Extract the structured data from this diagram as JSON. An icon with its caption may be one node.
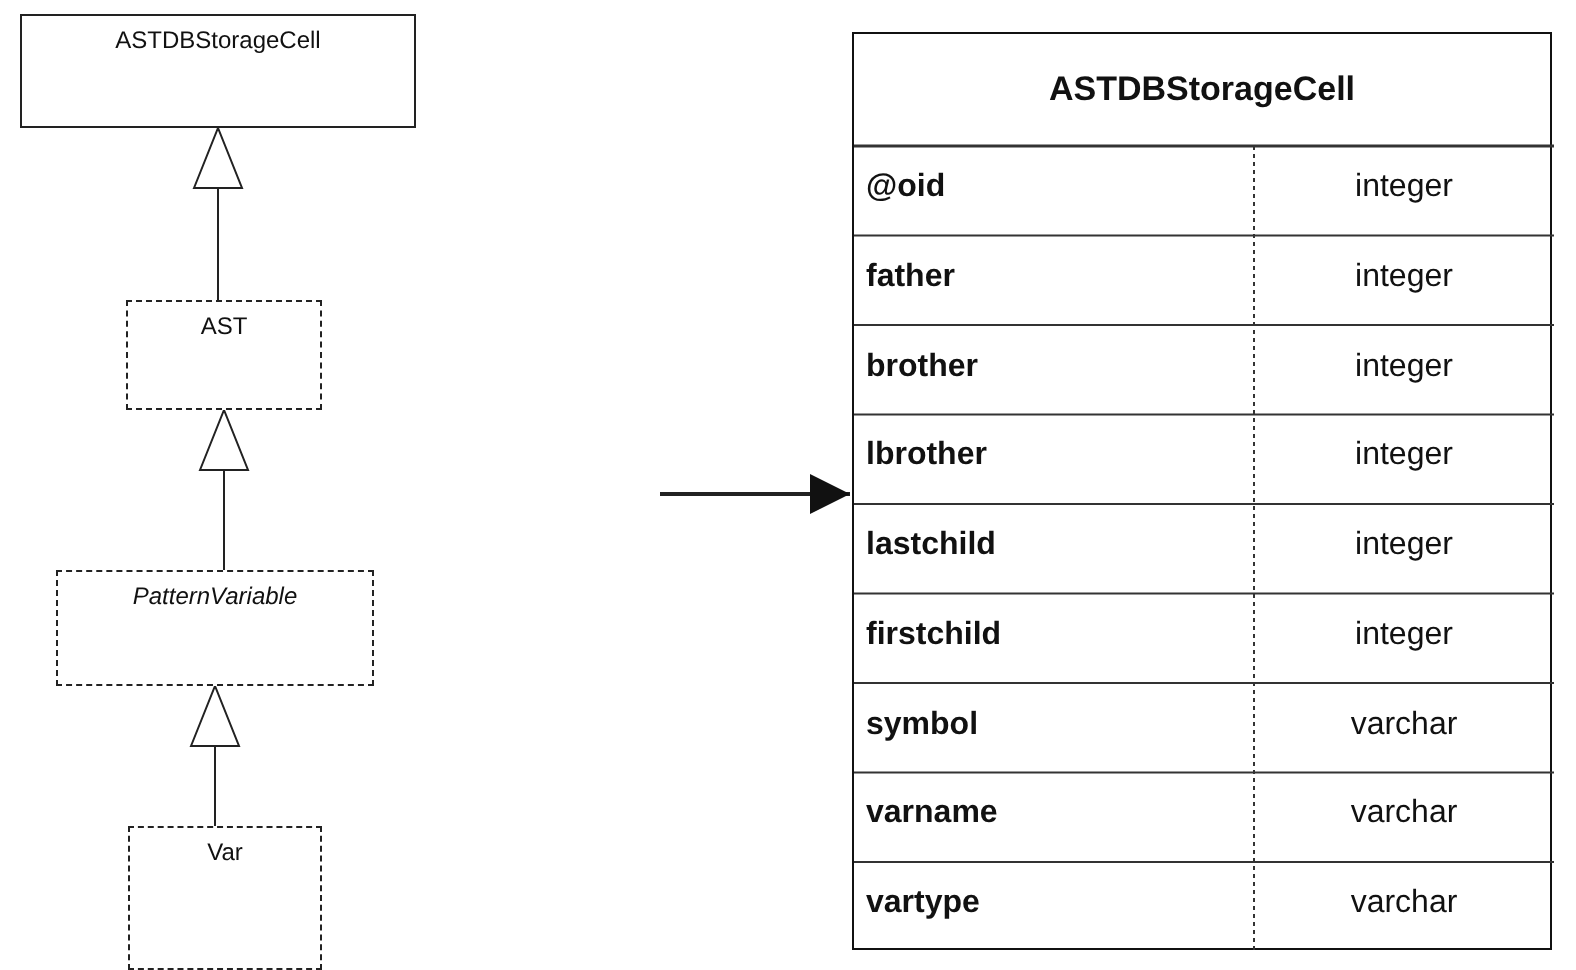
{
  "diagram": {
    "nodes": [
      {
        "text": [
          "ASTDBStorageCell"
        ]
      },
      {
        "text": [
          "AST"
        ]
      },
      {
        "text": [
          "PatternVariable"
        ]
      },
      {
        "text": [
          "Var"
        ]
      },
      {
        "text": [
          "ASTDBStorageCell"
        ]
      }
    ],
    "edges": [
      {
        "from": 1,
        "to": 0,
        "arrow": "to"
      },
      {
        "from": 2,
        "to": 1,
        "arrow": "to"
      },
      {
        "from": 3,
        "to": 2,
        "arrow": "to"
      },
      {
        "from": null,
        "to": 4,
        "arrow": "to"
      }
    ],
    "labels": [
      "@oid",
      "integer",
      "father",
      "integer",
      "brother",
      "integer",
      "lbrother",
      "integer",
      "lastchild",
      "integer",
      "firstchild",
      "integer",
      "symbol",
      "varchar",
      "varname",
      "varchar",
      "vartype",
      "varchar"
    ]
  }
}
